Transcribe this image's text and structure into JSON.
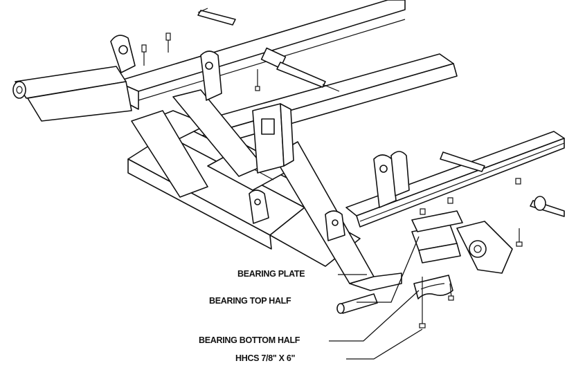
{
  "callouts": {
    "bearing_plate": "BEARING PLATE",
    "bearing_top_half": "BEARING TOP HALF",
    "bearing_bottom_half": "BEARING BOTTOM HALF",
    "hhcs": "HHCS  7/8\" X 6\""
  }
}
